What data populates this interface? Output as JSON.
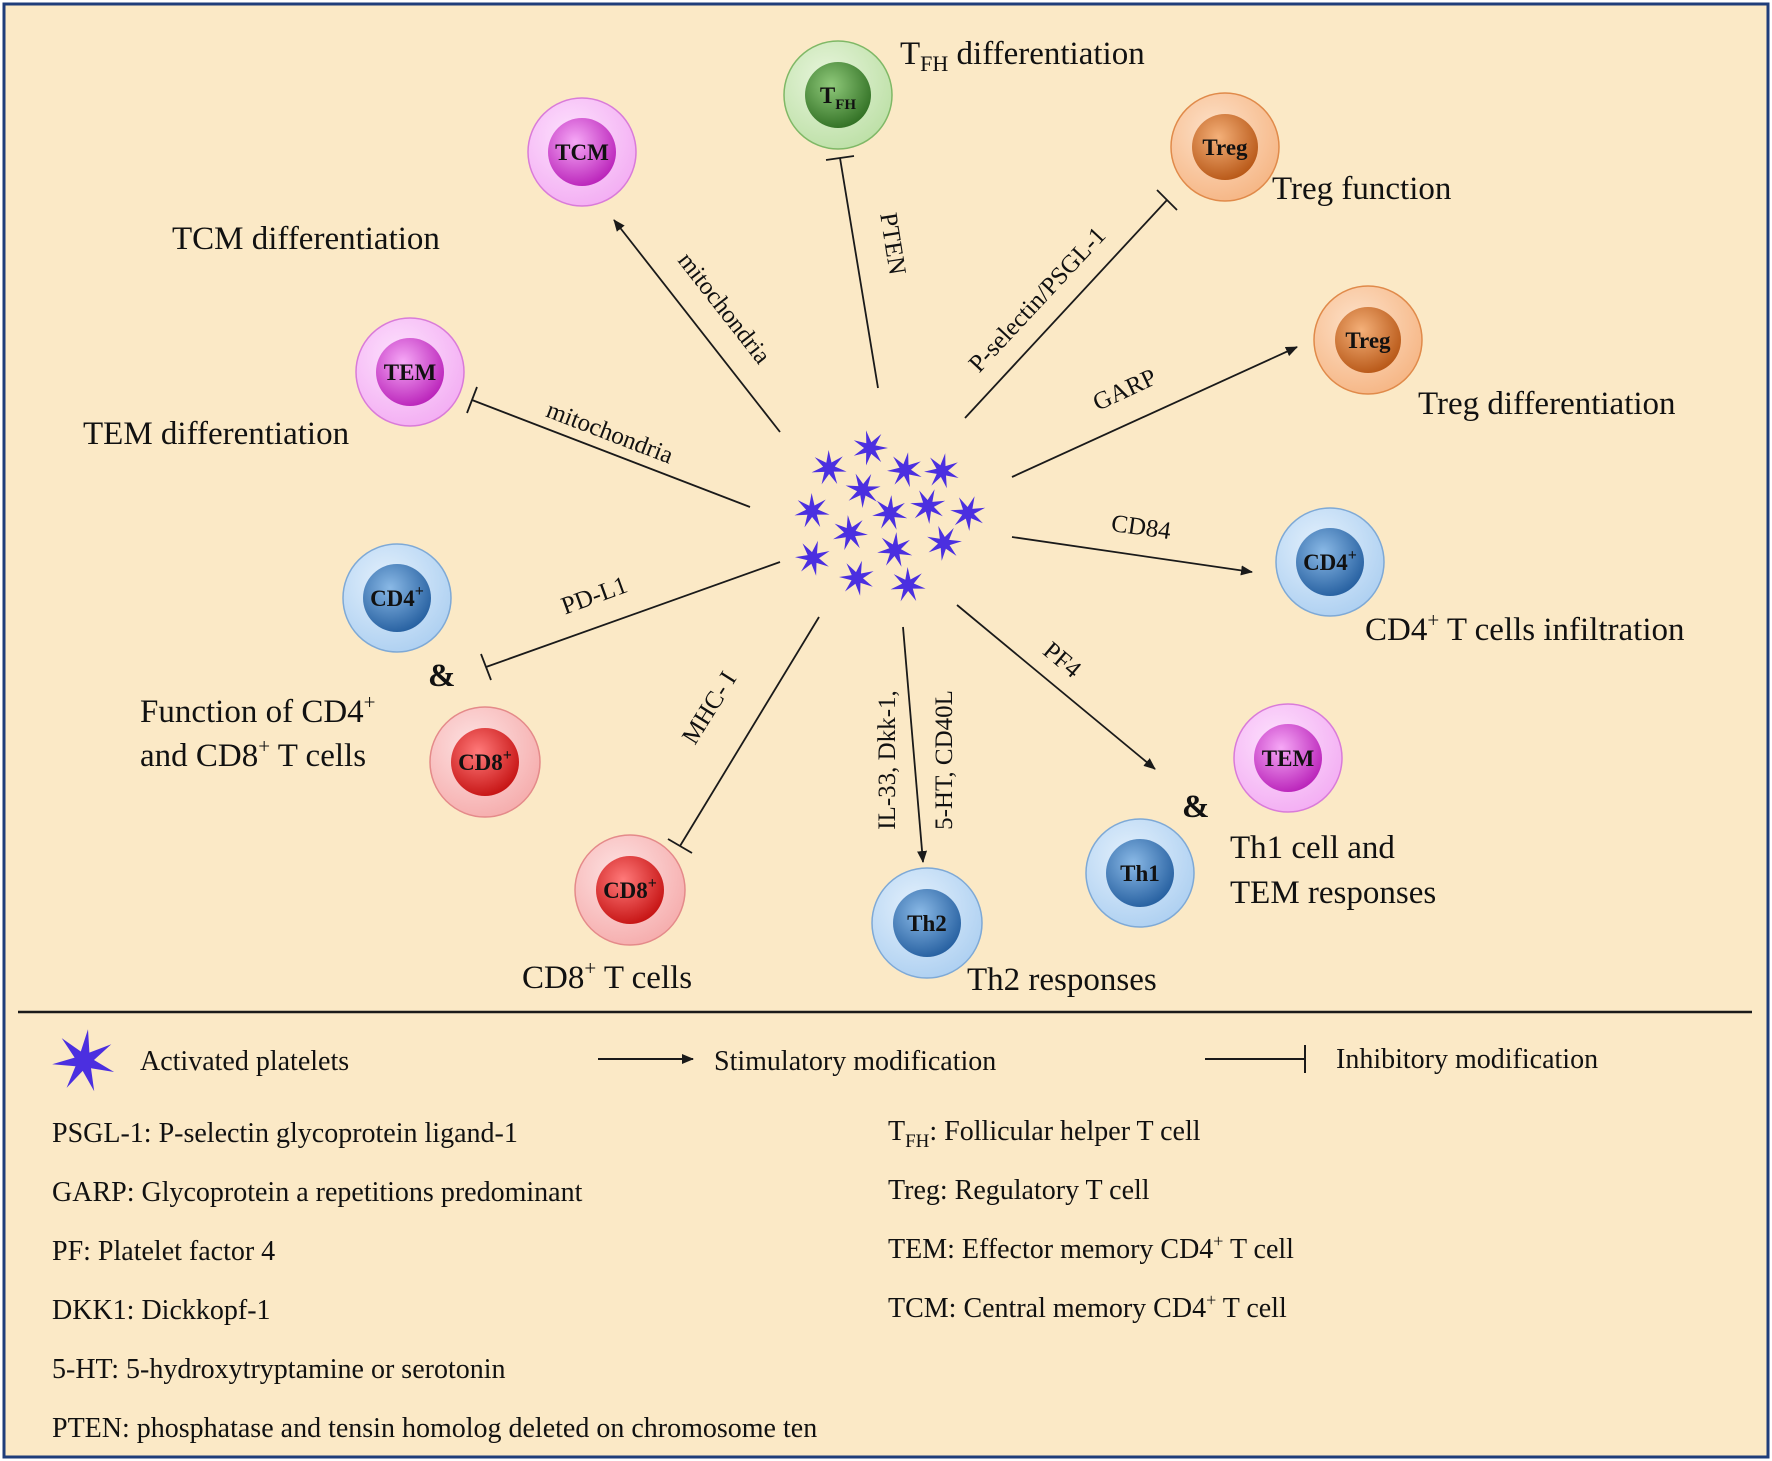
{
  "colors": {
    "background": "#fbe9c6",
    "border": "#1f3d7a",
    "platelet": "#4b2fe0",
    "line": "#1a1a1a",
    "tcm_tem": "#cc33cc",
    "tfh": "#3f8c2f",
    "treg": "#d4691c",
    "cd4_th": "#2f73b8",
    "cd8": "#e02020"
  },
  "center": {
    "label": "Activated platelets",
    "icon": "platelet-icon"
  },
  "cells": {
    "tfh": {
      "text": "T",
      "sub": "FH"
    },
    "tcm": {
      "text": "TCM"
    },
    "treg_function": {
      "text": "Treg"
    },
    "treg_diff": {
      "text": "Treg"
    },
    "tem_left": {
      "text": "TEM"
    },
    "cd4_left": {
      "text": "CD4",
      "sup": "+"
    },
    "cd8_left": {
      "text": "CD8",
      "sup": "+"
    },
    "cd8_bottom": {
      "text": "CD8",
      "sup": "+"
    },
    "th2": {
      "text": "Th2"
    },
    "th1": {
      "text": "Th1"
    },
    "tem_right": {
      "text": "TEM"
    },
    "cd4_right": {
      "text": "CD4",
      "sup": "+"
    }
  },
  "outcomes": {
    "tfh_diff": {
      "pre": "T",
      "sub": "FH",
      "post": " differentiation"
    },
    "tcm_diff": "TCM differentiation",
    "treg_function": "Treg function",
    "treg_diff": "Treg differentiation",
    "tem_diff": "TEM differentiation",
    "cd4_infiltration": {
      "pre": "CD4",
      "sup": "+",
      "post": " T cells infiltration"
    },
    "function_cd4_cd8_line1": {
      "pre": "Function of CD4",
      "sup": "+"
    },
    "function_cd4_cd8_line2": {
      "pre": "and CD8",
      "sup": "+",
      "post": " T cells"
    },
    "cd8_tcells": {
      "pre": "CD8",
      "sup": "+",
      "post": " T cells"
    },
    "th2_responses": "Th2 responses",
    "th1_tem_line1": "Th1 cell and",
    "th1_tem_line2": "TEM responses",
    "amp_left": "&",
    "amp_right": "&"
  },
  "pathways": {
    "pten": "PTEN",
    "mito_tcm": "mitochondria",
    "psgl": "P-selectin/PSGL-1",
    "garp": "GARP",
    "mito_tem": "mitochondria",
    "cd84": "CD84",
    "pdl1": "PD-L1",
    "pf4": "PF4",
    "mhc": "MHC- I",
    "th2_line1": "IL-33, Dkk-1,",
    "th2_line2": "5-HT, CD40L"
  },
  "legend": {
    "platelets": "Activated platelets",
    "stimulatory": "Stimulatory modification",
    "inhibitory": "Inhibitory modification",
    "left": [
      "PSGL-1: P-selectin glycoprotein ligand-1",
      "GARP: Glycoprotein a repetitions predominant",
      "PF: Platelet factor 4",
      "DKK1: Dickkopf-1",
      "5-HT: 5-hydroxytryptamine or serotonin",
      "PTEN: phosphatase and tensin homolog deleted on chromosome ten"
    ],
    "tfh_def": {
      "pre": "T",
      "sub": "FH",
      "post": ": Follicular helper T cell"
    },
    "treg_def": "Treg: Regulatory T cell",
    "tem_def": {
      "pre": "TEM: Effector memory CD4",
      "sup": "+",
      "post": " T cell"
    },
    "tcm_def": {
      "pre": "TCM: Central memory CD4",
      "sup": "+",
      "post": " T cell"
    }
  }
}
